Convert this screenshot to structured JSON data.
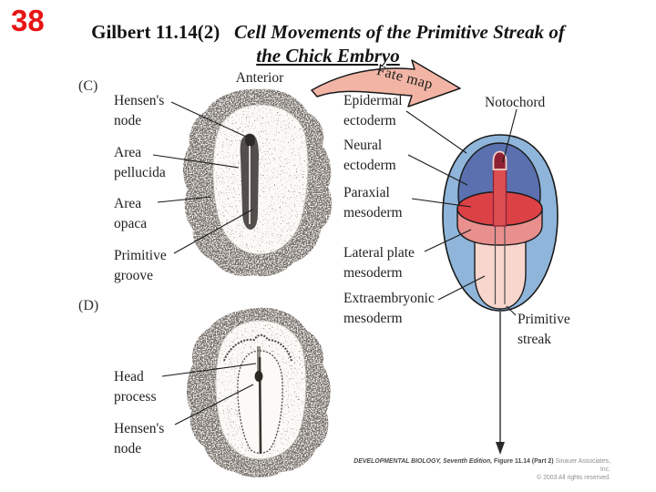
{
  "slide": {
    "number": "38",
    "title_prefix": "Gilbert 11.14(2)",
    "title_line1_italic": "Cell Movements of the Primitive Streak of",
    "title_line2_italic": "the Chick Embryo"
  },
  "panel_c": {
    "panel_label": "(C)",
    "anterior_label": "Anterior",
    "hensens_node": "Hensen's node",
    "area_pellucida": "Area pellucida",
    "area_opaca": "Area opaca",
    "primitive_groove": "Primitive groove"
  },
  "panel_d": {
    "panel_label": "(D)",
    "head_process": "Head process",
    "hensens_node": "Hensen's node"
  },
  "fate_map": {
    "arrow_label": "Fate map",
    "epidermal_ectoderm": "Epidermal ectoderm",
    "neural_ectoderm": "Neural ectoderm",
    "paraxial_mesoderm": "Paraxial mesoderm",
    "lateral_plate_mesoderm": "Lateral plate mesoderm",
    "extraembryonic_mesoderm": "Extraembryonic mesoderm",
    "notochord": "Notochord",
    "primitive_streak": "Primitive streak"
  },
  "credit": {
    "book": "DEVELOPMENTAL BIOLOGY, Seventh Edition,",
    "figure": "Figure 11.14 (Part 2)",
    "publisher": "Sinauer Associates, Inc.",
    "copyright": "© 2003 All rights reserved."
  },
  "colors": {
    "slide_number": "#e81414",
    "title_text": "#141414",
    "fate_arrow": "#f2b5a5",
    "epidermal_blue": "#8fb5da",
    "neural_blue": "#5b70af",
    "paraxial_red": "#dc4145",
    "lateral_plate_pink": "#e9908e",
    "extraembryonic_pink": "#f8d6cd",
    "notochord_maroon": "#8c2134",
    "primitive_streak_red": "#dc4f50"
  }
}
